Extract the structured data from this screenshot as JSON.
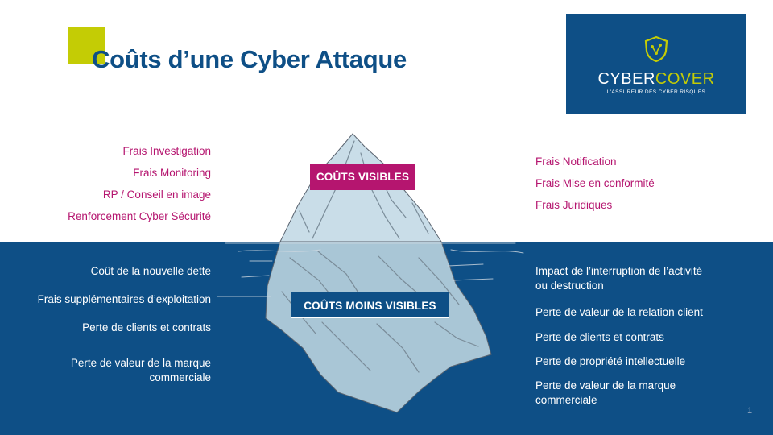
{
  "colors": {
    "primary_blue": "#0e4f86",
    "magenta": "#b5156f",
    "lime": "#c4cc05",
    "ice_light": "#c9dde8",
    "ice_shade": "#a9c6d6",
    "white": "#ffffff"
  },
  "slide": {
    "title": "Coûts d’une Cyber Attaque",
    "page_number": "1"
  },
  "logo": {
    "word_part1": "CYBER",
    "word_part2": "COVER",
    "tagline": "L'ASSUREUR DES CYBER RISQUES",
    "icon": "shield-circuit-icon"
  },
  "labels": {
    "visible": "COÛTS VISIBLES",
    "hidden": "COÛTS MOINS VISIBLES"
  },
  "visible_costs_left": [
    "Frais Investigation",
    "Frais Monitoring",
    "RP / Conseil en image",
    "Renforcement Cyber Sécurité"
  ],
  "visible_costs_right": [
    "Frais Notification",
    "Frais Mise en conformité",
    "Frais Juridiques"
  ],
  "hidden_costs_left": [
    [
      "Coût de la nouvelle dette"
    ],
    [
      "Frais supplémentaires d’exploitation"
    ],
    [
      "Perte de clients et contrats"
    ],
    [
      "Perte de valeur de la marque",
      "commerciale"
    ]
  ],
  "hidden_costs_right": [
    [
      "Impact de l’interruption de l’activité",
      "ou destruction"
    ],
    [
      "Perte de valeur de la relation client"
    ],
    [
      "Perte de clients et contrats"
    ],
    [
      "Perte de propriété intellectuelle"
    ],
    [
      "Perte de valeur de la marque",
      "commerciale"
    ]
  ]
}
